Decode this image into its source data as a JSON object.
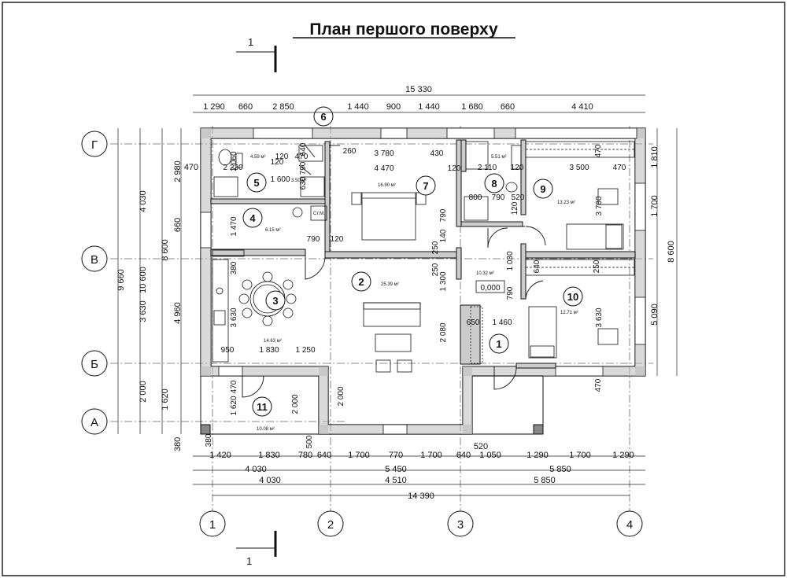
{
  "title": "План першого поверху",
  "section": {
    "label": "1"
  },
  "axes": {
    "letters": [
      "Г",
      "В",
      "Б",
      "А"
    ],
    "numbers": [
      "1",
      "2",
      "3",
      "4"
    ]
  },
  "rooms": [
    {
      "num": "1",
      "area": ""
    },
    {
      "num": "2",
      "area": "25.39 м²"
    },
    {
      "num": "3",
      "area": "14.63 м²"
    },
    {
      "num": "4",
      "area": "6.15 м²"
    },
    {
      "num": "5",
      "area": "4.59 м²"
    },
    {
      "num": "6",
      "area": ""
    },
    {
      "num": "7",
      "area": "16.90 м²"
    },
    {
      "num": "8",
      "area": "5.51 м²"
    },
    {
      "num": "9",
      "area": "13.23 м²"
    },
    {
      "num": "10",
      "area": "12.71 м²"
    },
    {
      "num": "11",
      "area": "10.08 м²"
    }
  ],
  "extra_labels": {
    "corridor_area": "10.32 м²",
    "level": "0,000",
    "closet": "Ст.М.",
    "small_area": "3.50 м²"
  },
  "dims_top": {
    "overall": "15 330",
    "chain": [
      "1 290",
      "660",
      "2 850",
      "1 440",
      "900",
      "1 440",
      "1 680",
      "660",
      "4 410"
    ]
  },
  "dims_bottom": {
    "row1": [
      "1 420",
      "1 830",
      "780",
      "640",
      "1 700",
      "770",
      "1 700",
      "640",
      "1 050",
      "1 290",
      "1 700",
      "1 290"
    ],
    "row2": [
      "4 030",
      "5 450",
      "5 850"
    ],
    "row3": [
      "4 030",
      "4 510",
      "5 850"
    ],
    "overall": "14 390",
    "mid_note": "520"
  },
  "dims_left": {
    "overall_outer": "9 660",
    "overall_inner": "10 600",
    "col1": [
      "4 030",
      "3 630",
      "2 000"
    ],
    "col2": [
      "8 600",
      "1 620"
    ],
    "col3": [
      "2 980",
      "660",
      "4 960",
      "380",
      "380"
    ],
    "top_small": "470"
  },
  "dims_right": {
    "overall": "8 600",
    "chain": [
      "1 810",
      "1 700",
      "5 090"
    ]
  },
  "interior_dims": [
    "2 060",
    "2 230",
    "120",
    "1 600",
    "630",
    "790",
    "640",
    "260",
    "3 780",
    "430",
    "4 470",
    "120",
    "2 110",
    "120",
    "3 500",
    "470",
    "120",
    "800",
    "790",
    "520",
    "790",
    "1 470",
    "790",
    "120",
    "250",
    "140",
    "250",
    "1 300",
    "380",
    "3 630",
    "1 030",
    "640",
    "250",
    "790",
    "3 780",
    "650",
    "1 460",
    "2 080",
    "3 630",
    "950",
    "1 830",
    "1 250",
    "470",
    "1 620",
    "2 000",
    "2 000",
    "500",
    "380",
    "470",
    "470",
    "470",
    "120",
    "120"
  ]
}
